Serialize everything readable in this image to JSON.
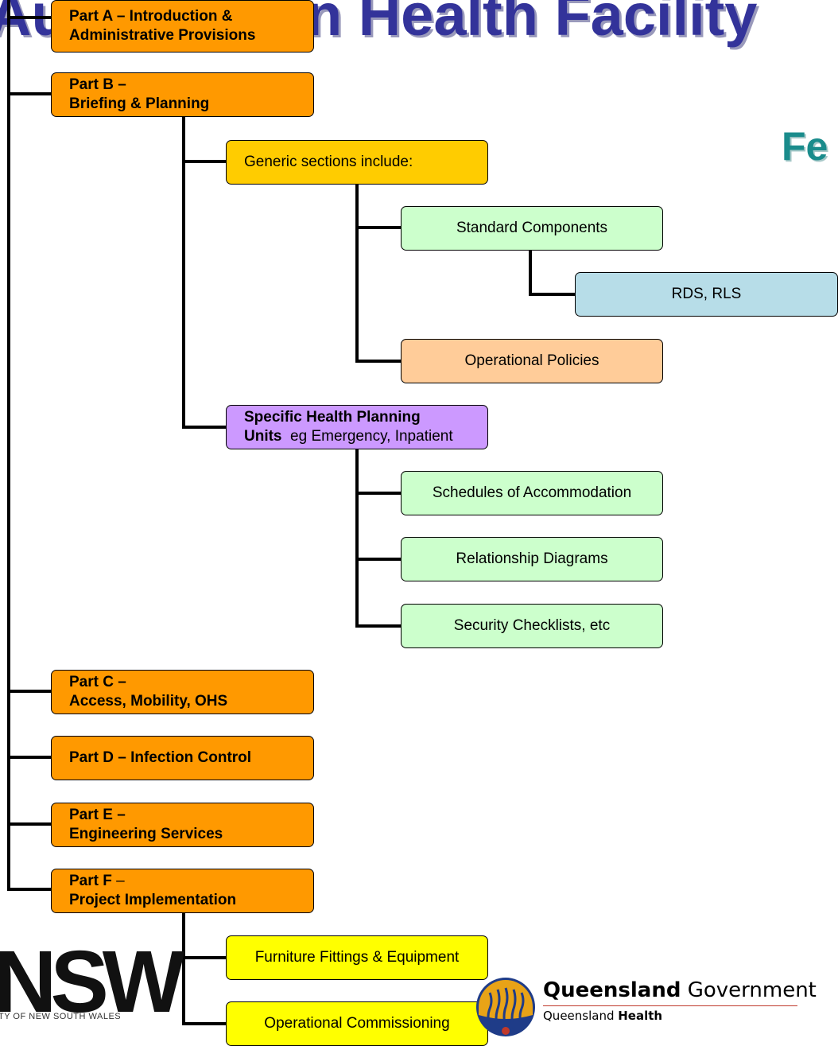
{
  "title": "Australasian Health Facility",
  "subtitle": "Fe",
  "parts": {
    "a": {
      "line1": "Part A – Introduction &",
      "line2": "Administrative Provisions"
    },
    "b": {
      "line1": "Part B –",
      "line2": "Briefing & Planning"
    },
    "c": {
      "line1": "Part C –",
      "line2": "Access, Mobility, OHS"
    },
    "d": {
      "line1": "Part D – Infection Control"
    },
    "e": {
      "line1": "Part E –",
      "line2": "Engineering Services"
    },
    "f": {
      "line1_bold": "Part F",
      "line1_rest": " –",
      "line2": "Project Implementation"
    }
  },
  "generic": {
    "label": "Generic sections include:"
  },
  "standard_components": {
    "label": "Standard Components"
  },
  "rds": {
    "label": "RDS, RLS"
  },
  "operational_policies": {
    "label": "Operational Policies"
  },
  "specific": {
    "line1": "Specific Health Planning",
    "line2_bold": "Units",
    "line2_rest": "  eg Emergency, Inpatient"
  },
  "schedules": {
    "label": "Schedules of Accommodation"
  },
  "relationship": {
    "label": "Relationship Diagrams"
  },
  "security": {
    "label": "Security Checklists, etc"
  },
  "furniture": {
    "label": "Furniture Fittings & Equipment"
  },
  "commissioning": {
    "label": "Operational Commissioning"
  },
  "logos": {
    "nsw": {
      "mark": "NSW",
      "text": "TY OF NEW SOUTH WALES"
    },
    "qld": {
      "name_bold": "Queensland",
      "name_rest": " Government",
      "sub_plain": "Queensland ",
      "sub_bold": "Health"
    }
  },
  "colors": {
    "title": "#33339a",
    "subtitle": "#1a8c8c",
    "part_box": "#ff9900",
    "generic_box": "#ffcc00",
    "green_box": "#ccffcc",
    "blue_box": "#b7dde8",
    "peach_box": "#ffcc99",
    "purple_box": "#cc99ff",
    "yellow_box": "#ffff00"
  }
}
